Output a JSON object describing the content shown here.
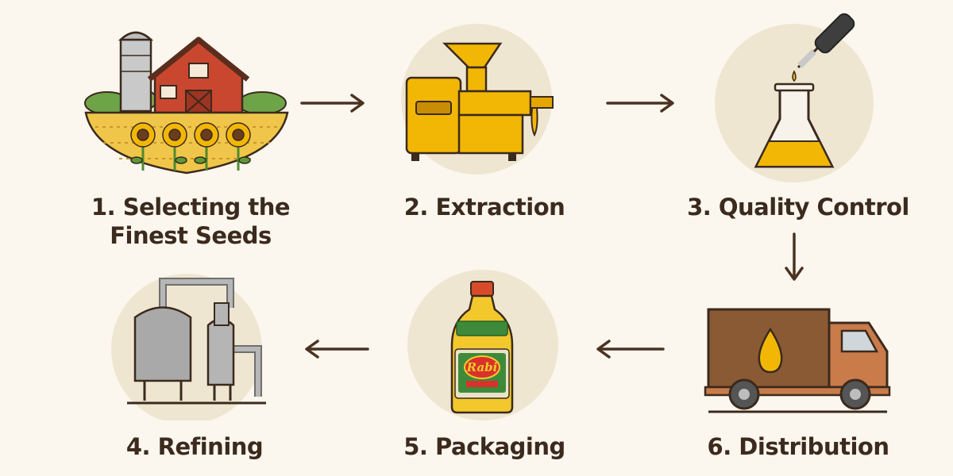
{
  "steps": [
    {
      "label": "1. Selecting the Finest Seeds",
      "icon": "farm-icon"
    },
    {
      "label": "2. Extraction",
      "icon": "oil-press-icon"
    },
    {
      "label": "3. Quality Control",
      "icon": "flask-icon"
    },
    {
      "label": "4. Refining",
      "icon": "refinery-icon"
    },
    {
      "label": "5. Packaging",
      "icon": "oil-bottle-icon"
    },
    {
      "label": "6. Distribution",
      "icon": "truck-icon"
    }
  ],
  "bottle_label": "Rabi",
  "colors": {
    "background": "#fbf7ee",
    "circle": "#efe6d2",
    "text": "#3b2a1d",
    "arrow": "#4a3222",
    "accent_yellow": "#f2b705",
    "farm_red": "#c9472f",
    "truck_brown": "#8a5a34"
  }
}
